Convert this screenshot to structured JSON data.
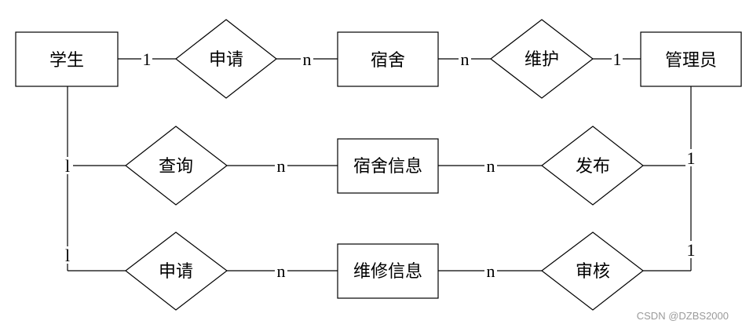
{
  "entities": {
    "student": "学生",
    "dorm": "宿舍",
    "admin": "管理员",
    "dorm_info": "宿舍信息",
    "repair_info": "维修信息"
  },
  "relationships": {
    "apply_dorm": "申请",
    "maintain": "维护",
    "query": "查询",
    "publish": "发布",
    "apply_repair": "申请",
    "review": "审核"
  },
  "cardinalities": {
    "student_apply_dorm": "1",
    "apply_dorm_dorm": "n",
    "dorm_maintain": "n",
    "maintain_admin": "1",
    "student_query": "l",
    "query_dorm_info": "n",
    "dorm_info_publish": "n",
    "publish_admin": "1",
    "student_apply_repair": "l",
    "apply_repair_repair_info": "n",
    "repair_info_review": "n",
    "review_admin": "1"
  },
  "watermark": "CSDN @DZBS2000"
}
